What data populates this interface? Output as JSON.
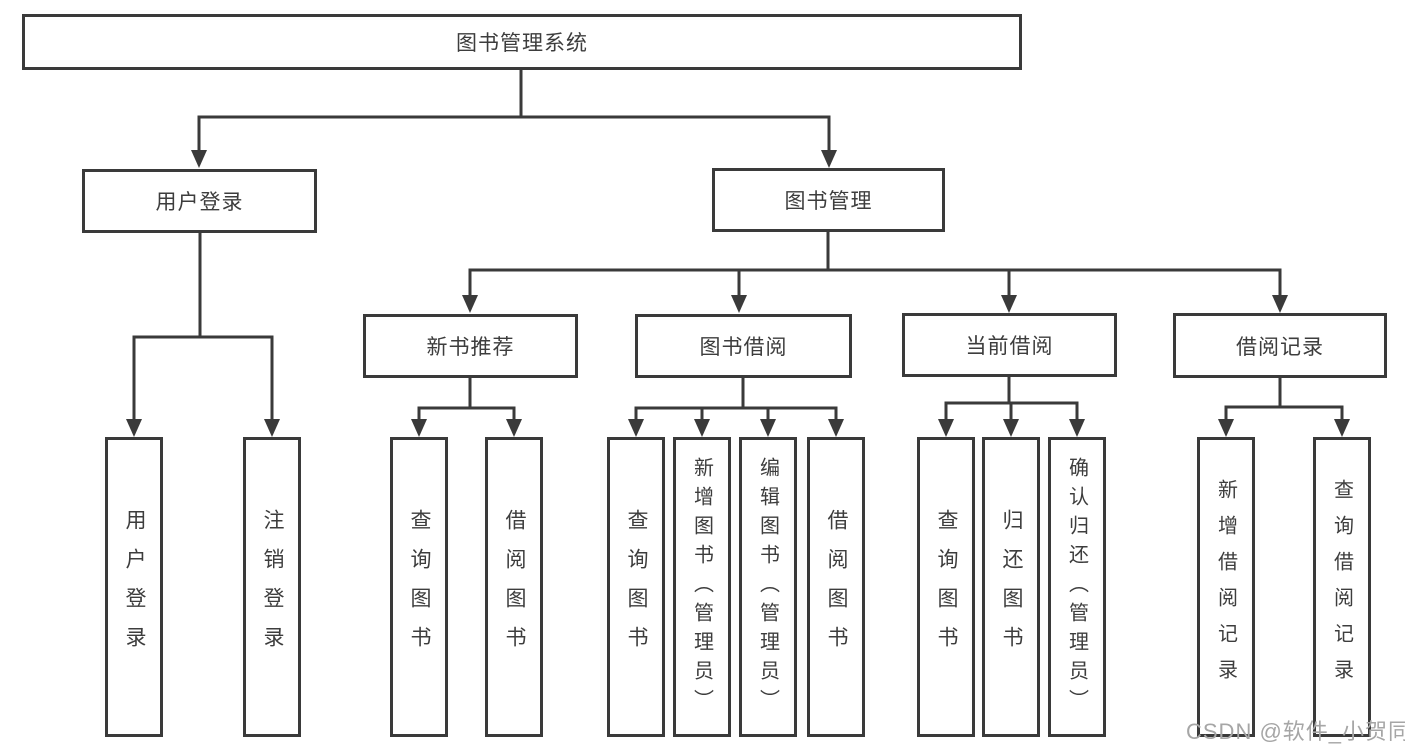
{
  "diagram": {
    "type": "hierarchy-tree",
    "nodes": {
      "root": "图书管理系统",
      "user_login": "用户登录",
      "book_mgmt": "图书管理",
      "new_book_rec": "新书推荐",
      "book_borrow": "图书借阅",
      "current_borrow": "当前借阅",
      "borrow_records": "借阅记录",
      "leaf_user_login": "用户登录",
      "leaf_logout": "注销登录",
      "leaf_nbr_query": "查询图书",
      "leaf_nbr_borrow": "借阅图书",
      "leaf_bb_query": "查询图书",
      "leaf_bb_add": "新增图书（管理员）",
      "leaf_bb_edit": "编辑图书（管理员）",
      "leaf_bb_borrow": "借阅图书",
      "leaf_cb_query": "查询图书",
      "leaf_cb_return": "归还图书",
      "leaf_cb_confirm": "确认归还（管理员）",
      "leaf_br_add": "新增借阅记录",
      "leaf_br_query": "查询借阅记录"
    },
    "edges": [
      [
        "图书管理系统",
        "用户登录"
      ],
      [
        "图书管理系统",
        "图书管理"
      ],
      [
        "用户登录",
        "用户登录"
      ],
      [
        "用户登录",
        "注销登录"
      ],
      [
        "图书管理",
        "新书推荐"
      ],
      [
        "图书管理",
        "图书借阅"
      ],
      [
        "图书管理",
        "当前借阅"
      ],
      [
        "图书管理",
        "借阅记录"
      ],
      [
        "新书推荐",
        "查询图书"
      ],
      [
        "新书推荐",
        "借阅图书"
      ],
      [
        "图书借阅",
        "查询图书"
      ],
      [
        "图书借阅",
        "新增图书（管理员）"
      ],
      [
        "图书借阅",
        "编辑图书（管理员）"
      ],
      [
        "图书借阅",
        "借阅图书"
      ],
      [
        "当前借阅",
        "查询图书"
      ],
      [
        "当前借阅",
        "归还图书"
      ],
      [
        "当前借阅",
        "确认归还（管理员）"
      ],
      [
        "借阅记录",
        "新增借阅记录"
      ],
      [
        "借阅记录",
        "查询借阅记录"
      ]
    ],
    "colors": {
      "line": "#3a3a3a",
      "text": "#3d3d3d",
      "watermark": "#a6a6a6",
      "background": "#ffffff"
    }
  },
  "watermark": "CSDN @软件_小贺同学"
}
